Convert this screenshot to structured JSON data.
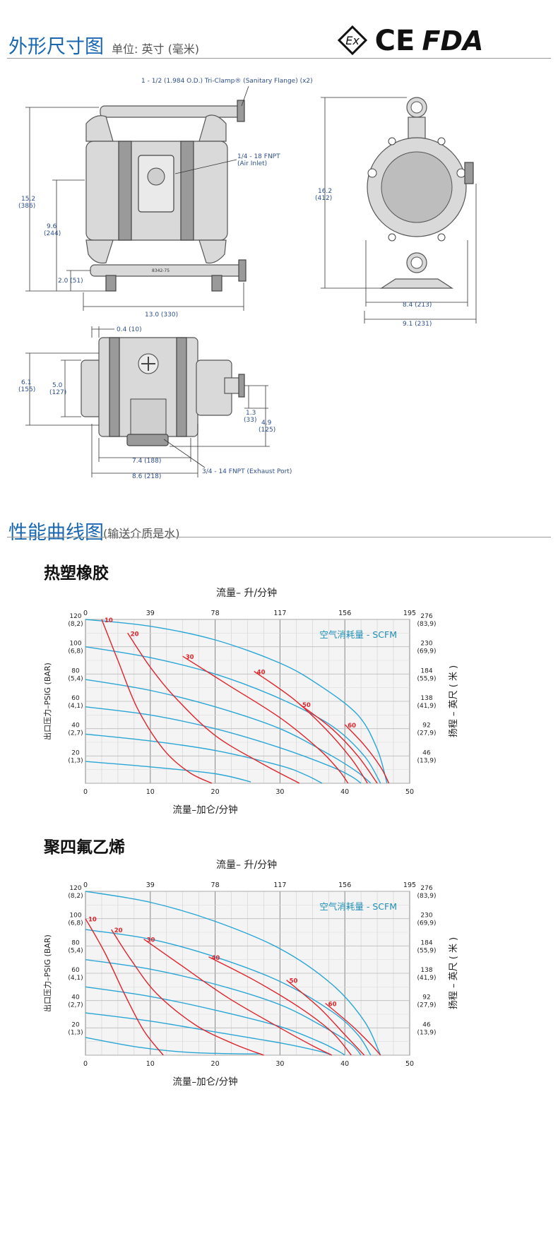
{
  "header": {
    "title": "外形尺寸图",
    "unit_label": "单位: 英寸 (毫米)",
    "logos": [
      "Ex",
      "CE",
      "FDA"
    ]
  },
  "dimensions": {
    "front": {
      "tri_clamp": "1 - 1/2 (1.984 O.D.) Tri-Clamp® (Sanitary Flange) (x2)",
      "air_inlet_1": "1/4 - 18 FNPT",
      "air_inlet_2": "(Air Inlet)",
      "h_total_1": "15.2",
      "h_total_2": "(386)",
      "h_mid_1": "9.6",
      "h_mid_2": "(244)",
      "h_low": "2.0 (51)",
      "width": "13.0 (330)",
      "plate": "8342-75"
    },
    "side": {
      "height_1": "16.2",
      "height_2": "(412)",
      "w_inner": "8.4 (213)",
      "w_outer": "9.1 (231)"
    },
    "bottom": {
      "offset": "0.4 (10)",
      "h_outer_1": "6.1",
      "h_outer_2": "(155)",
      "h_inner_1": "5.0",
      "h_inner_2": "(127)",
      "h_small_1": "1.3",
      "h_small_2": "(33)",
      "h_right_1": "4.9",
      "h_right_2": "(125)",
      "w_inner": "7.4 (188)",
      "w_outer": "8.6 (218)",
      "exhaust": "3/4 - 14 FNPT (Exhaust Port)"
    }
  },
  "performance": {
    "title": "性能曲线图",
    "subtitle": "(输送介质是水)"
  },
  "chart_data": [
    {
      "type": "line",
      "title": "热塑橡胶",
      "xlabel": "流量–加仑/分钟",
      "x2label": "流量– 升/分钟",
      "ylabel": "出口压力–PSIG (BAR)",
      "y2label": "扬程 – 英尺 ( 米 )",
      "xlim": [
        0,
        50
      ],
      "ylim": [
        0,
        120
      ],
      "x_ticks": [
        "0",
        "10",
        "20",
        "30",
        "40",
        "50"
      ],
      "x2_ticks": [
        "0",
        "39",
        "78",
        "117",
        "156",
        "195"
      ],
      "y_ticks": [
        "20",
        "40",
        "60",
        "80",
        "100",
        "120"
      ],
      "y_ticks_bar": [
        "(1,3)",
        "(2,7)",
        "(4,1)",
        "(5,4)",
        "(6,8)",
        "(8,2)"
      ],
      "y2_ticks": [
        "46",
        "92",
        "138",
        "184",
        "230",
        "276"
      ],
      "y2_ticks_m": [
        "(13,9)",
        "(27,9)",
        "(41,9)",
        "(55,9)",
        "(69,9)",
        "(83,9)"
      ],
      "air_legend": "空气消耗量 - SCFM",
      "air_color": "#2aa6d6",
      "air_label_color": "#1f8fb8",
      "air_series": [
        {
          "points": [
            [
              0,
              120
            ],
            [
              10,
              115
            ],
            [
              20,
              105
            ],
            [
              30,
              88
            ],
            [
              36,
              72
            ],
            [
              42,
              50
            ],
            [
              45,
              25
            ],
            [
              46.5,
              0
            ]
          ]
        },
        {
          "points": [
            [
              0,
              100
            ],
            [
              10,
              92
            ],
            [
              20,
              80
            ],
            [
              30,
              62
            ],
            [
              38,
              42
            ],
            [
              43,
              20
            ],
            [
              45.5,
              0
            ]
          ]
        },
        {
          "points": [
            [
              0,
              76
            ],
            [
              10,
              68
            ],
            [
              20,
              56
            ],
            [
              30,
              40
            ],
            [
              38,
              20
            ],
            [
              42,
              8
            ],
            [
              44,
              0
            ]
          ]
        },
        {
          "points": [
            [
              0,
              56
            ],
            [
              10,
              50
            ],
            [
              20,
              40
            ],
            [
              30,
              26
            ],
            [
              38,
              12
            ],
            [
              41,
              5
            ],
            [
              42.5,
              0
            ]
          ]
        },
        {
          "points": [
            [
              0,
              36
            ],
            [
              10,
              31
            ],
            [
              20,
              24
            ],
            [
              30,
              13
            ],
            [
              34,
              6
            ],
            [
              36.5,
              0
            ]
          ]
        },
        {
          "points": [
            [
              0,
              16
            ],
            [
              10,
              12
            ],
            [
              20,
              7
            ],
            [
              25.5,
              1
            ]
          ]
        }
      ],
      "air_rate_color": "#e0242b",
      "air_rates": [
        {
          "label": "10",
          "points": [
            [
              2.5,
              120
            ],
            [
              5,
              90
            ],
            [
              8,
              55
            ],
            [
              12,
              25
            ],
            [
              16,
              8
            ],
            [
              19.5,
              0
            ]
          ]
        },
        {
          "label": "20",
          "points": [
            [
              6.5,
              110
            ],
            [
              10,
              85
            ],
            [
              14,
              62
            ],
            [
              20,
              35
            ],
            [
              27,
              15
            ],
            [
              33,
              0
            ]
          ]
        },
        {
          "label": "30",
          "points": [
            [
              15,
              93
            ],
            [
              22,
              72
            ],
            [
              30,
              48
            ],
            [
              36,
              25
            ],
            [
              39,
              10
            ],
            [
              40.5,
              0
            ]
          ]
        },
        {
          "label": "40",
          "points": [
            [
              26,
              82
            ],
            [
              32,
              62
            ],
            [
              37,
              40
            ],
            [
              41,
              18
            ],
            [
              43.5,
              0
            ]
          ]
        },
        {
          "label": "50",
          "points": [
            [
              33,
              58
            ],
            [
              38,
              40
            ],
            [
              42,
              20
            ],
            [
              45,
              0
            ]
          ]
        },
        {
          "label": "60",
          "points": [
            [
              40,
              43
            ],
            [
              43,
              28
            ],
            [
              45.5,
              12
            ],
            [
              46.8,
              0
            ]
          ]
        }
      ]
    },
    {
      "type": "line",
      "title": "聚四氟乙烯",
      "xlabel": "流量–加仑/分钟",
      "x2label": "流量– 升/分钟",
      "ylabel": "出口压力–PSIG (BAR)",
      "y2label": "扬程 – 英尺 ( 米 )",
      "xlim": [
        0,
        50
      ],
      "ylim": [
        0,
        120
      ],
      "x_ticks": [
        "0",
        "10",
        "20",
        "30",
        "40",
        "50"
      ],
      "x2_ticks": [
        "0",
        "39",
        "78",
        "117",
        "156",
        "195"
      ],
      "y_ticks": [
        "20",
        "40",
        "60",
        "80",
        "100",
        "120"
      ],
      "y_ticks_bar": [
        "(1,3)",
        "(2,7)",
        "(4,1)",
        "(5,4)",
        "(6,8)",
        "(8,2)"
      ],
      "y2_ticks": [
        "46",
        "92",
        "138",
        "184",
        "230",
        "276"
      ],
      "y2_ticks_m": [
        "(13,9)",
        "(27,9)",
        "(41,9)",
        "(55,9)",
        "(69,9)",
        "(83,9)"
      ],
      "air_legend": "空气消耗量 - SCFM",
      "air_color": "#2aa6d6",
      "air_label_color": "#1f8fb8",
      "air_series": [
        {
          "points": [
            [
              0,
              120
            ],
            [
              10,
              112
            ],
            [
              20,
              98
            ],
            [
              30,
              78
            ],
            [
              38,
              52
            ],
            [
              43,
              25
            ],
            [
              45.5,
              0
            ]
          ]
        },
        {
          "points": [
            [
              0,
              92
            ],
            [
              10,
              85
            ],
            [
              20,
              72
            ],
            [
              30,
              54
            ],
            [
              38,
              32
            ],
            [
              42,
              15
            ],
            [
              44,
              0
            ]
          ]
        },
        {
          "points": [
            [
              0,
              70
            ],
            [
              10,
              63
            ],
            [
              20,
              52
            ],
            [
              30,
              37
            ],
            [
              37,
              20
            ],
            [
              41,
              8
            ],
            [
              42.5,
              0
            ]
          ]
        },
        {
          "points": [
            [
              0,
              50
            ],
            [
              10,
              43
            ],
            [
              20,
              33
            ],
            [
              30,
              21
            ],
            [
              36,
              10
            ],
            [
              39,
              3
            ],
            [
              40,
              0
            ]
          ]
        },
        {
          "points": [
            [
              0,
              31
            ],
            [
              10,
              25
            ],
            [
              20,
              17
            ],
            [
              30,
              9
            ],
            [
              36,
              3
            ],
            [
              38,
              0
            ]
          ]
        },
        {
          "points": [
            [
              0,
              13
            ],
            [
              8,
              6
            ],
            [
              16,
              2
            ],
            [
              24,
              1
            ],
            [
              27,
              1
            ]
          ]
        }
      ],
      "air_rate_color": "#e0242b",
      "air_rates": [
        {
          "label": "10",
          "points": [
            [
              0,
              100
            ],
            [
              3,
              75
            ],
            [
              6,
              45
            ],
            [
              9,
              18
            ],
            [
              12,
              0
            ]
          ]
        },
        {
          "label": "20",
          "points": [
            [
              4,
              92
            ],
            [
              7,
              70
            ],
            [
              11,
              45
            ],
            [
              17,
              22
            ],
            [
              23,
              8
            ],
            [
              27.5,
              0
            ]
          ]
        },
        {
          "label": "30",
          "points": [
            [
              9,
              85
            ],
            [
              15,
              65
            ],
            [
              22,
              42
            ],
            [
              30,
              20
            ],
            [
              35,
              7
            ],
            [
              38,
              0
            ]
          ]
        },
        {
          "label": "40",
          "points": [
            [
              19,
              72
            ],
            [
              26,
              55
            ],
            [
              33,
              35
            ],
            [
              38,
              17
            ],
            [
              41,
              0
            ]
          ]
        },
        {
          "label": "50",
          "points": [
            [
              31,
              55
            ],
            [
              36,
              35
            ],
            [
              40,
              15
            ],
            [
              43,
              0
            ]
          ]
        },
        {
          "label": "60",
          "points": [
            [
              37,
              38
            ],
            [
              41,
              22
            ],
            [
              44,
              8
            ],
            [
              45.5,
              0
            ]
          ]
        }
      ]
    }
  ]
}
